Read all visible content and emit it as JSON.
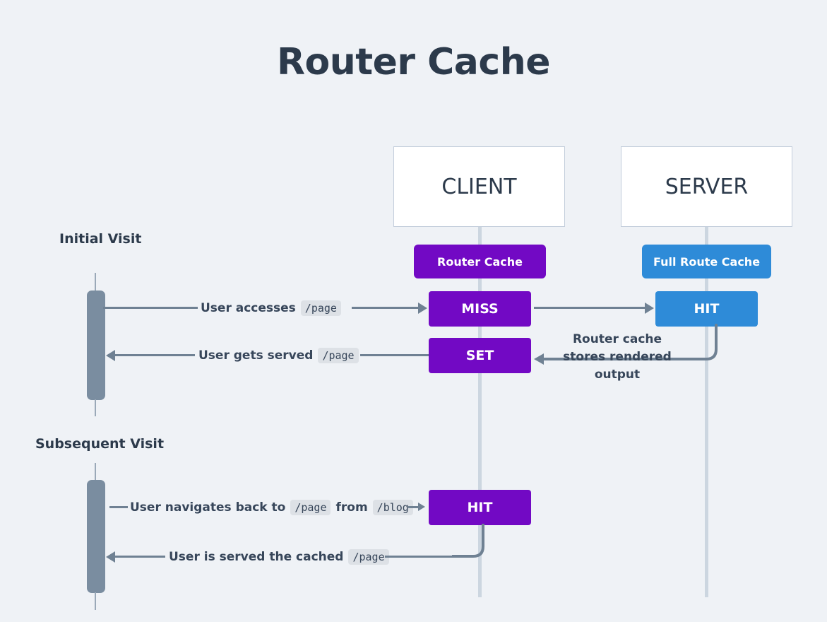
{
  "page": {
    "title": "Router Cache",
    "background_color": "#eff2f6"
  },
  "colors": {
    "router_cache": "#7209c4",
    "full_route_cache": "#2e8bd8",
    "actor_bar": "#7a8da0",
    "arrow": "#6f8193",
    "lifeline": "#ccd6e0",
    "text": "#37465a",
    "title": "#2c3a4b"
  },
  "participants": [
    {
      "id": "client",
      "label": "CLIENT"
    },
    {
      "id": "server",
      "label": "SERVER"
    }
  ],
  "badges": [
    {
      "id": "router-cache",
      "label": "Router Cache",
      "color": "#7209c4"
    },
    {
      "id": "full-route-cache",
      "label": "Full Route Cache",
      "color": "#2e8bd8"
    }
  ],
  "sections": [
    {
      "id": "initial",
      "label": "Initial Visit"
    },
    {
      "id": "subsequent",
      "label": "Subsequent Visit"
    }
  ],
  "states": [
    {
      "id": "client-miss",
      "label": "MISS",
      "column": "client",
      "color": "#7209c4"
    },
    {
      "id": "server-hit",
      "label": "HIT",
      "column": "server",
      "color": "#2e8bd8"
    },
    {
      "id": "client-set",
      "label": "SET",
      "column": "client",
      "color": "#7209c4"
    },
    {
      "id": "client-hit",
      "label": "HIT",
      "column": "client",
      "color": "#7209c4"
    }
  ],
  "messages": [
    {
      "id": "msg-user-accesses",
      "direction": "right",
      "parts": [
        {
          "type": "text",
          "value": "User accesses"
        },
        {
          "type": "code",
          "value": "/page"
        }
      ]
    },
    {
      "id": "msg-user-gets-served",
      "direction": "left",
      "parts": [
        {
          "type": "text",
          "value": "User gets served"
        },
        {
          "type": "code",
          "value": "/page"
        }
      ]
    },
    {
      "id": "msg-user-navigates-back",
      "direction": "right",
      "parts": [
        {
          "type": "text",
          "value": "User navigates back to"
        },
        {
          "type": "code",
          "value": "/page"
        },
        {
          "type": "text",
          "value": "from"
        },
        {
          "type": "code",
          "value": "/blog"
        }
      ]
    },
    {
      "id": "msg-user-served-cached",
      "direction": "left",
      "parts": [
        {
          "type": "text",
          "value": "User is served the cached"
        },
        {
          "type": "code",
          "value": "/page"
        }
      ]
    }
  ],
  "notes": [
    {
      "id": "note-router-cache-stores",
      "line1": "Router cache",
      "line2": "stores rendered",
      "line3": "output"
    }
  ],
  "message_text": {
    "user_accesses": "User accesses",
    "user_accesses_code": "/page",
    "user_gets_served": "User gets served",
    "user_gets_served_code": "/page",
    "user_navigates_back": "User navigates back to",
    "user_navigates_code1": "/page",
    "user_navigates_from": "from",
    "user_navigates_code2": "/blog",
    "user_served_cached": "User is served the cached",
    "user_served_cached_code": "/page"
  }
}
